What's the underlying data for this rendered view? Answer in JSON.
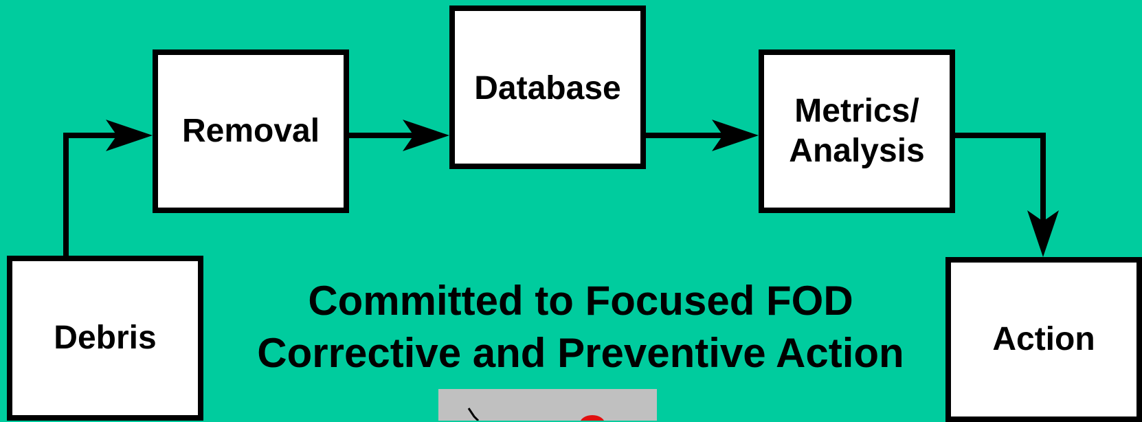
{
  "boxes": {
    "debris": "Debris",
    "removal": "Removal",
    "database": "Database",
    "metrics_line1": "Metrics/",
    "metrics_line2": "Analysis",
    "action": "Action"
  },
  "tagline": {
    "line1": "Committed to Focused FOD",
    "line2": "Corrective and Preventive Action"
  },
  "colors": {
    "background": "#00cc9e",
    "box_fill": "#ffffff",
    "line": "#000000",
    "accent_red": "#e01010"
  }
}
